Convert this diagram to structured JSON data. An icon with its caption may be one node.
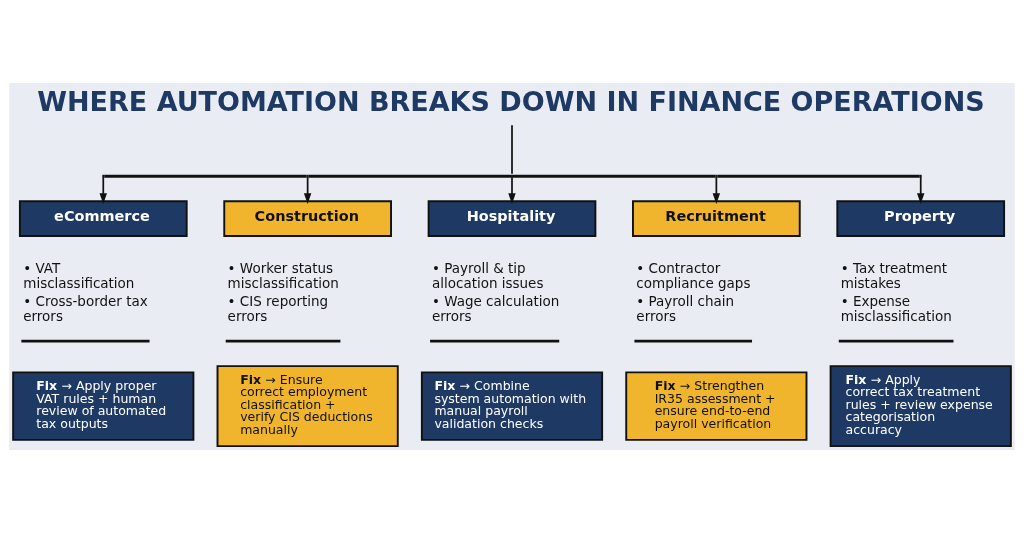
{
  "diagram": {
    "title": "WHERE AUTOMATION BREAKS DOWN IN FINANCE OPERATIONS",
    "nodes": [
      {
        "text": [],
        "shape": "bar"
      },
      {
        "text": [
          "eCommerce"
        ],
        "beside": [
          "• VAT misclassification",
          "• Cross-border tax errors"
        ]
      },
      {
        "text": [
          "Construction"
        ],
        "beside": [
          "• Worker status misclassification",
          "• CIS reporting errors"
        ]
      },
      {
        "text": [
          "Hospitality"
        ],
        "beside": [
          "• Payroll & tip allocation issues",
          "• Wage calculation errors"
        ]
      },
      {
        "text": [
          "Recruitment"
        ],
        "beside": [
          "• Contractor compliance gaps",
          "• Payroll chain errors"
        ]
      },
      {
        "text": [
          "Property"
        ],
        "beside": [
          "• Tax treatment mistakes",
          "• Expense misclassification"
        ]
      },
      {
        "text": [
          "**Fix** → Apply proper VAT rules + human review of automated tax outputs"
        ]
      },
      {
        "text": [
          "**Fix** → Ensure correct employment classification + verify CIS deductions manually"
        ]
      },
      {
        "text": [
          "**Fix** → Combine system automation with manual payroll validation checks"
        ]
      },
      {
        "text": [
          "**Fix** → Strengthen IR35 assessment + ensure end-to-end payroll verification"
        ]
      },
      {
        "text": [
          "**Fix** → Apply correct tax treatment rules + review expense categorisation accuracy"
        ]
      }
    ],
    "edges": [
      {
        "from": null,
        "to": 0,
        "arrow": "none"
      },
      {
        "from": 0,
        "to": 1,
        "arrow": "to"
      },
      {
        "from": 0,
        "to": 2,
        "arrow": "to"
      },
      {
        "from": 0,
        "to": 3,
        "arrow": "to"
      },
      {
        "from": 0,
        "to": 4,
        "arrow": "to"
      },
      {
        "from": 0,
        "to": 5,
        "arrow": "to"
      }
    ]
  }
}
